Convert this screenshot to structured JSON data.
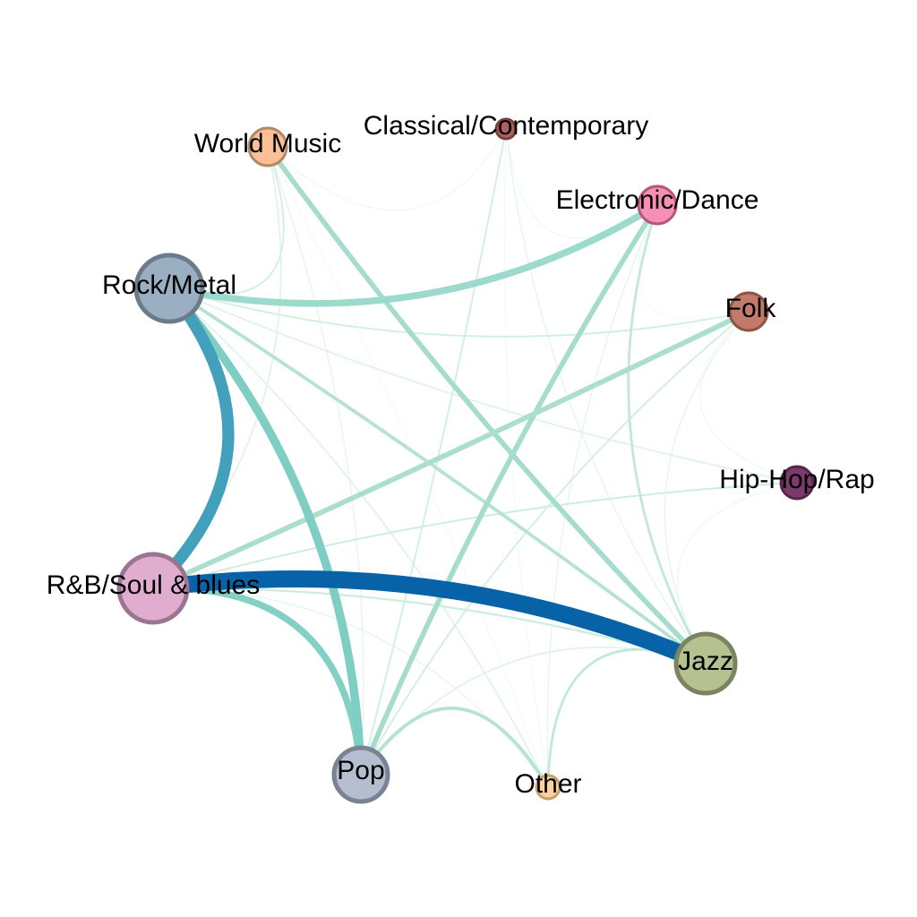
{
  "nodes": [
    {
      "id": "world",
      "label": "World Music",
      "color": "#fdbf98",
      "stroke": "#b08a63"
    },
    {
      "id": "classical",
      "label": "Classical/Contemporary",
      "color": "#b05f5f",
      "stroke": "#7d3e3e"
    },
    {
      "id": "electronic",
      "label": "Electronic/Dance",
      "color": "#f78fb5",
      "stroke": "#b5567a"
    },
    {
      "id": "rock",
      "label": "Rock/Metal",
      "color": "#9aafc2",
      "stroke": "#6b7b8a"
    },
    {
      "id": "folk",
      "label": "Folk",
      "color": "#c27b6a",
      "stroke": "#8d5446"
    },
    {
      "id": "hiphop",
      "label": "Hip-Hop/Rap",
      "color": "#7a3a6a",
      "stroke": "#562548"
    },
    {
      "id": "rnb",
      "label": "R&B/Soul & blues",
      "color": "#e0acd0",
      "stroke": "#9a7590"
    },
    {
      "id": "jazz",
      "label": "Jazz",
      "color": "#b5c18f",
      "stroke": "#7a8460"
    },
    {
      "id": "pop",
      "label": "Pop",
      "color": "#b4bece",
      "stroke": "#7a8394"
    },
    {
      "id": "other",
      "label": "Other",
      "color": "#fdd0a0",
      "stroke": "#c9a070"
    }
  ],
  "edges": [
    {
      "source": "rnb",
      "target": "jazz",
      "weight": 10,
      "color": "#0762a8"
    },
    {
      "source": "rock",
      "target": "rnb",
      "weight": 7,
      "color": "#43a0bd"
    },
    {
      "source": "rock",
      "target": "pop",
      "weight": 5,
      "color": "#7ecec4"
    },
    {
      "source": "rnb",
      "target": "pop",
      "weight": 4,
      "color": "#85d0c4"
    },
    {
      "source": "rock",
      "target": "electronic",
      "weight": 4,
      "color": "#9cdacb"
    },
    {
      "source": "electronic",
      "target": "pop",
      "weight": 3,
      "color": "#a6dccd"
    },
    {
      "source": "world",
      "target": "jazz",
      "weight": 3,
      "color": "#a6dccd"
    },
    {
      "source": "rnb",
      "target": "folk",
      "weight": 3,
      "color": "#aadecf"
    },
    {
      "source": "rock",
      "target": "jazz",
      "weight": 2,
      "color": "#b5e2d3"
    },
    {
      "source": "pop",
      "target": "other",
      "weight": 2,
      "color": "#b5e2d3"
    },
    {
      "source": "electronic",
      "target": "jazz",
      "weight": 1.5,
      "color": "#c3e8d9"
    },
    {
      "source": "jazz",
      "target": "other",
      "weight": 1.5,
      "color": "#c3e8d9"
    },
    {
      "source": "rnb",
      "target": "jazz",
      "weight": 1.2,
      "color": "#cceddf",
      "alt": true
    },
    {
      "source": "rnb",
      "target": "hiphop",
      "weight": 1,
      "color": "#cceddf"
    },
    {
      "source": "rock",
      "target": "world",
      "weight": 1,
      "color": "#d3efe2"
    },
    {
      "source": "rock",
      "target": "folk",
      "weight": 1,
      "color": "#d3efe2"
    },
    {
      "source": "pop",
      "target": "folk",
      "weight": 1,
      "color": "#d3efe2"
    },
    {
      "source": "pop",
      "target": "classical",
      "weight": 1,
      "color": "#d3efe2"
    },
    {
      "source": "world",
      "target": "rnb",
      "weight": 0.8,
      "color": "#dcf2e8"
    },
    {
      "source": "pop",
      "target": "jazz",
      "weight": 0.8,
      "color": "#dcf2e8"
    },
    {
      "source": "rock",
      "target": "other",
      "weight": 0.8,
      "color": "#dcf2e8"
    },
    {
      "source": "rock",
      "target": "hiphop",
      "weight": 0.8,
      "color": "#dcf2e8"
    },
    {
      "source": "world",
      "target": "pop",
      "weight": 0.6,
      "color": "#e2f4ec"
    },
    {
      "source": "classical",
      "target": "jazz",
      "weight": 0.6,
      "color": "#e2f4ec"
    },
    {
      "source": "electronic",
      "target": "other",
      "weight": 0.6,
      "color": "#e2f4ec"
    },
    {
      "source": "rnb",
      "target": "other",
      "weight": 0.6,
      "color": "#e2f4ec"
    },
    {
      "source": "folk",
      "target": "jazz",
      "weight": 0.6,
      "color": "#e2f4ec"
    },
    {
      "source": "folk",
      "target": "hiphop",
      "weight": 0.5,
      "color": "#e8f6f0"
    },
    {
      "source": "hiphop",
      "target": "jazz",
      "weight": 0.5,
      "color": "#e8f6f0"
    },
    {
      "source": "classical",
      "target": "electronic",
      "weight": 0.5,
      "color": "#e8f6f0"
    },
    {
      "source": "world",
      "target": "classical",
      "weight": 0.5,
      "color": "#e8f6f0"
    },
    {
      "source": "classical",
      "target": "other",
      "weight": 0.4,
      "color": "#eef8f3"
    },
    {
      "source": "world",
      "target": "other",
      "weight": 0.4,
      "color": "#eef8f3"
    },
    {
      "source": "electronic",
      "target": "folk",
      "weight": 0.4,
      "color": "#eef8f3"
    }
  ]
}
